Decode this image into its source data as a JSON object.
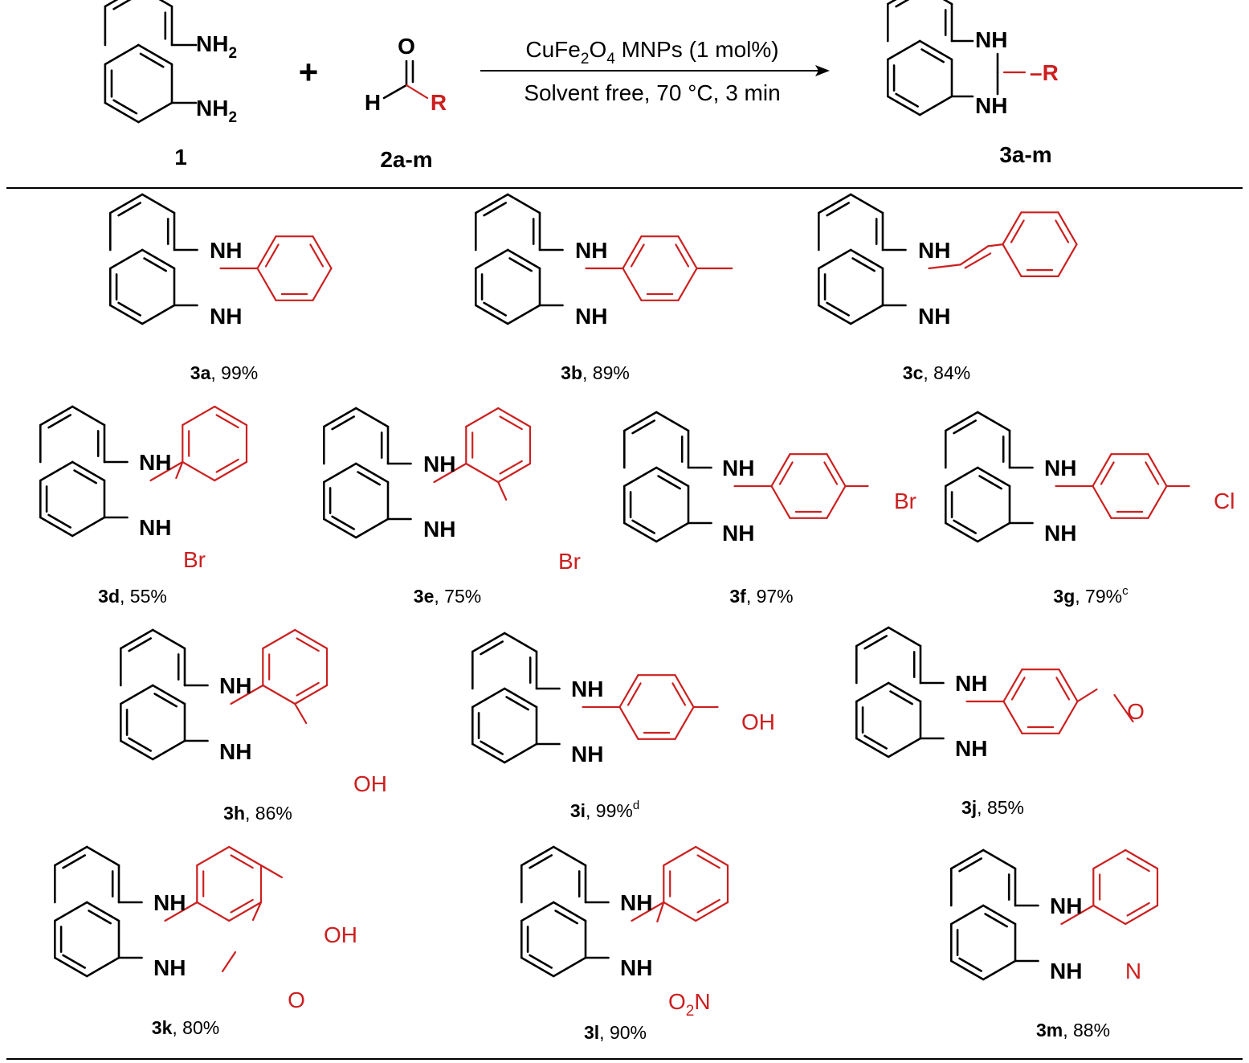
{
  "colors": {
    "ink": "#000000",
    "accent": "#cc1f1f"
  },
  "reaction": {
    "reactant1": {
      "label": "1",
      "top_group": "NH",
      "top_sub": "2",
      "bottom_group": "NH",
      "bottom_sub": "2"
    },
    "plus": "+",
    "reactant2": {
      "label": "2a-m",
      "oxygen": "O",
      "hydrogen": "H",
      "r_group": "R"
    },
    "conditions": {
      "catalyst_cu": "CuFe",
      "catalyst_sub1": "2",
      "catalyst_o": "O",
      "catalyst_sub2": "4",
      "catalyst_rest": " MNPs (1 mol%)",
      "line2": "Solvent free, 70 °C, 3 min"
    },
    "product": {
      "label": "3a-m",
      "nh_top": "NH",
      "nh_bottom": "NH",
      "r_group": "–R"
    }
  },
  "nh": "NH",
  "compounds": [
    {
      "id": "3a",
      "yield": ", 99%",
      "note": ""
    },
    {
      "id": "3b",
      "yield": ", 89%",
      "note": ""
    },
    {
      "id": "3c",
      "yield": ", 84%",
      "note": ""
    },
    {
      "id": "3d",
      "yield": ", 55%",
      "note": "",
      "substituent": "Br"
    },
    {
      "id": "3e",
      "yield": ", 75%",
      "note": "",
      "substituent": "Br"
    },
    {
      "id": "3f",
      "yield": ", 97%",
      "note": "",
      "substituent": "Br"
    },
    {
      "id": "3g",
      "yield": ", 79%",
      "note": "c",
      "substituent": "Cl"
    },
    {
      "id": "3h",
      "yield": ", 86%",
      "note": "",
      "substituent": "OH"
    },
    {
      "id": "3i",
      "yield": ", 99%",
      "note": "d",
      "substituent": "OH"
    },
    {
      "id": "3j",
      "yield": ", 85%",
      "note": "",
      "substituent": "O"
    },
    {
      "id": "3k",
      "yield": ", 80%",
      "note": "",
      "substituent": "OH",
      "substituent2": "O"
    },
    {
      "id": "3l",
      "yield": ", 90%",
      "note": "",
      "sub_o": "O",
      "sub_2": "2",
      "sub_n": "N"
    },
    {
      "id": "3m",
      "yield": ", 88%",
      "note": "",
      "substituent": "N"
    }
  ]
}
